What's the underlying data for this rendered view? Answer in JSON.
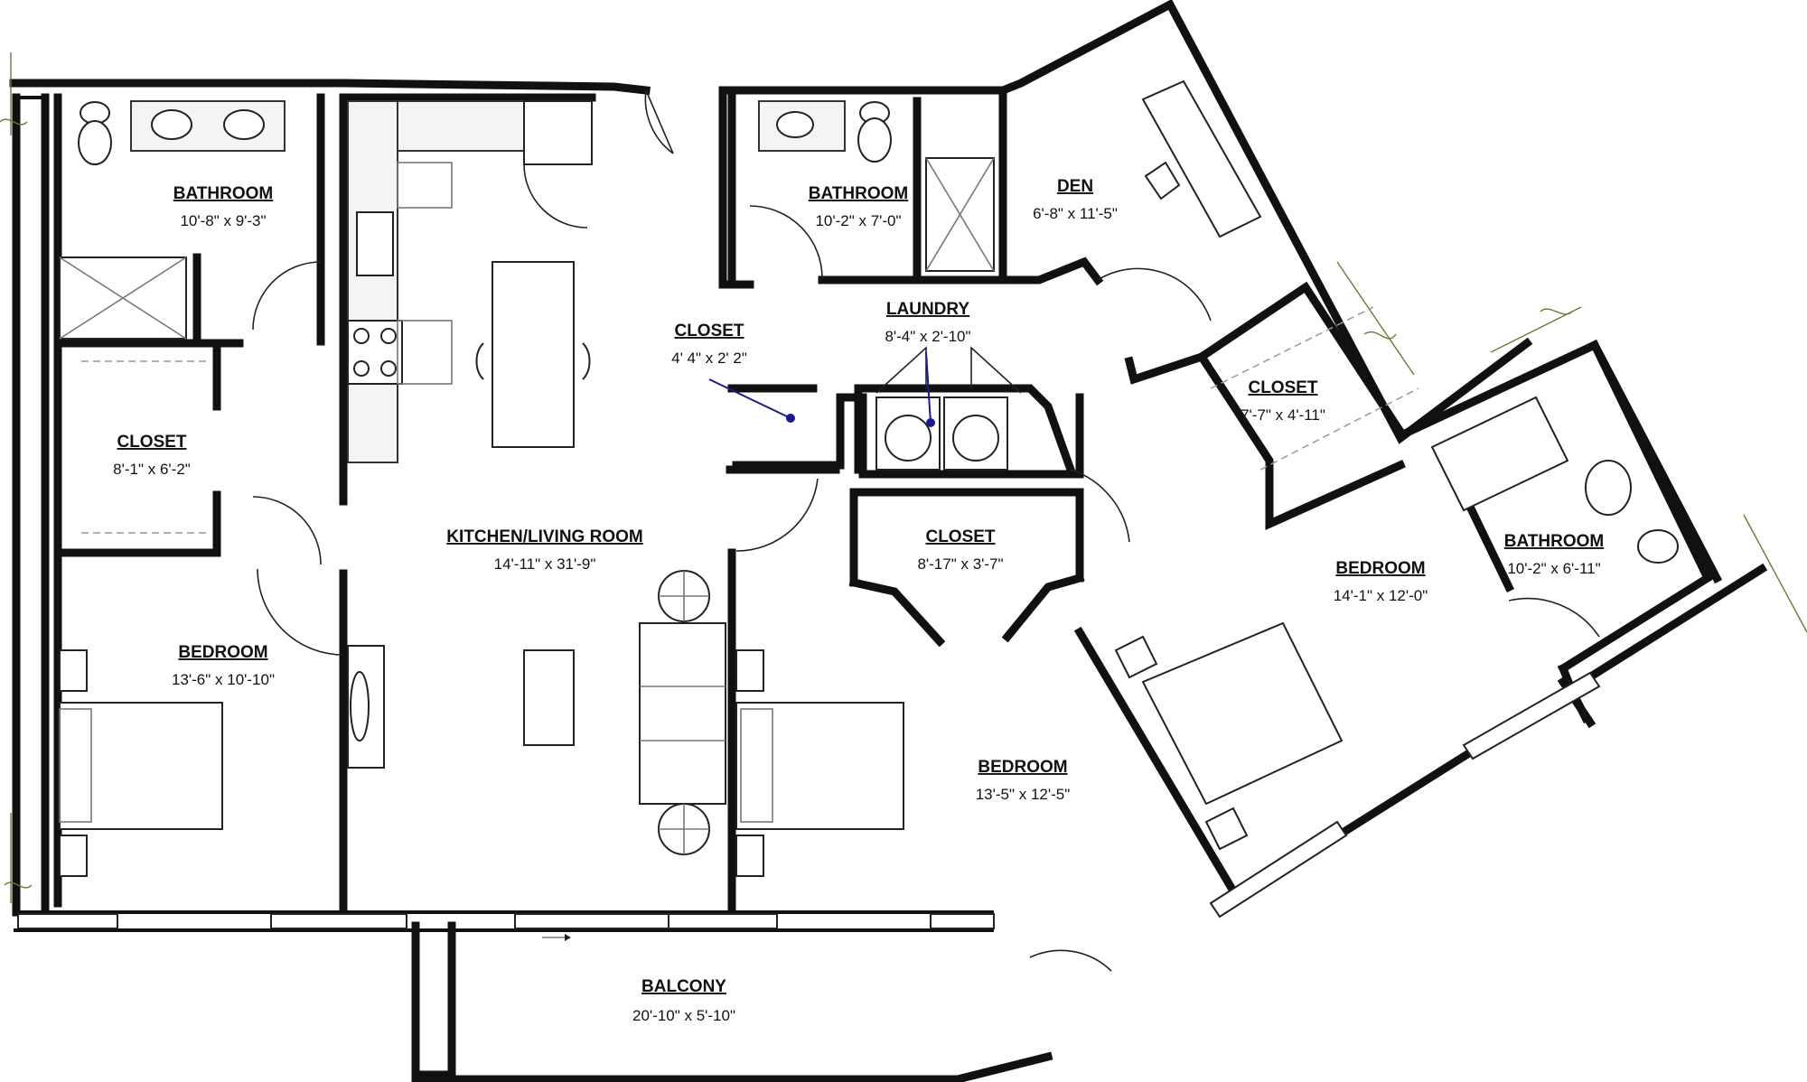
{
  "rooms": [
    {
      "id": "bathroom-1",
      "name": "BATHROOM",
      "dimensions": "10'-8\" x 9'-3\""
    },
    {
      "id": "closet-1",
      "name": "CLOSET",
      "dimensions": "8'-1\" x 6'-2\""
    },
    {
      "id": "bedroom-1",
      "name": "BEDROOM",
      "dimensions": "13'-6\" x 10'-10\""
    },
    {
      "id": "kitchen-living",
      "name": "KITCHEN/LIVING ROOM",
      "dimensions": "14'-11\" x 31'-9\""
    },
    {
      "id": "closet-2",
      "name": "CLOSET",
      "dimensions": "4' 4\" x 2' 2\""
    },
    {
      "id": "bathroom-2",
      "name": "BATHROOM",
      "dimensions": "10'-2\" x 7'-0\""
    },
    {
      "id": "laundry",
      "name": "LAUNDRY",
      "dimensions": "8'-4\" x 2'-10\""
    },
    {
      "id": "den",
      "name": "DEN",
      "dimensions": "6'-8\" x 11'-5\""
    },
    {
      "id": "closet-3",
      "name": "CLOSET",
      "dimensions": "7'-7\" x 4'-11\""
    },
    {
      "id": "closet-4",
      "name": "CLOSET",
      "dimensions": "8'-17\" x 3'-7\""
    },
    {
      "id": "bedroom-2",
      "name": "BEDROOM",
      "dimensions": "13'-5\" x 12'-5\""
    },
    {
      "id": "bedroom-3",
      "name": "BEDROOM",
      "dimensions": "14'-1\" x 12'-0\""
    },
    {
      "id": "bathroom-3",
      "name": "BATHROOM",
      "dimensions": "10'-2\" x 6'-11\""
    },
    {
      "id": "balcony",
      "name": "BALCONY",
      "dimensions": "20'-10\" x 5'-10\""
    }
  ],
  "colors": {
    "wall": "#111111",
    "leader": "#1a1a8c",
    "grid_mark": "#6b7a35"
  }
}
